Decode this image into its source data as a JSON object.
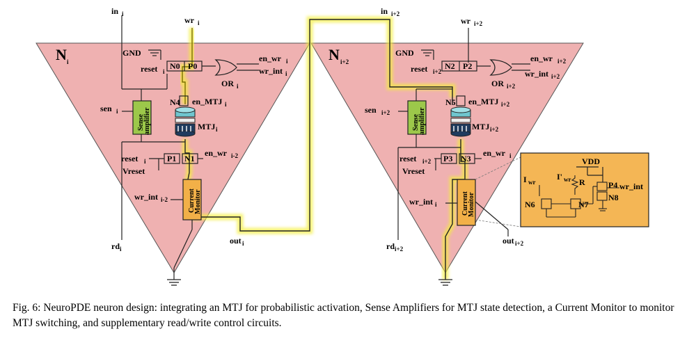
{
  "caption": {
    "fig_label": "Fig. 6:",
    "text": "NeuroPDE neuron design: integrating an MTJ for probabilistic activation, Sense Amplifiers for MTJ state detection, a Current Monitor to monitor MTJ switching, and supplementary read/write control circuits."
  },
  "neuron_left": {
    "name": "N",
    "name_sub": "i",
    "in": "in",
    "in_sub": "i",
    "wr": "wr",
    "wr_sub": "i",
    "gnd": "GND",
    "reset": "reset",
    "reset_sub": "i",
    "n0": "N0",
    "p0": "P0",
    "en_wr": "en_wr",
    "en_wr_sub": "i",
    "wr_int": "wr_int",
    "wr_int_sub": "i",
    "or": "OR",
    "or_sub": "i",
    "n4": "N4",
    "en_mtj": "en_MTJ",
    "en_mtj_sub": "i",
    "sen": "sen",
    "sen_sub": "i",
    "sense_amp_line1": "Sense",
    "sense_amp_line2": "amplifier",
    "mtj": "MTJ",
    "mtj_sub": "i",
    "reset2": "reset",
    "reset2_sub": "i",
    "p1": "P1",
    "n1": "N1",
    "en_wr2": "en_wr",
    "en_wr2_sub": "i-2",
    "vreset": "Vreset",
    "wr_int2": "wr_int",
    "wr_int2_sub": "i-2",
    "cm_line1": "Current",
    "cm_line2": "Monitor",
    "rd": "rd",
    "rd_sub": "i",
    "out": "out",
    "out_sub": "i"
  },
  "neuron_right": {
    "name": "N",
    "name_sub": "i+2",
    "in": "in",
    "in_sub": "i+2",
    "wr": "wr",
    "wr_sub": "i+2",
    "gnd": "GND",
    "reset": "reset",
    "reset_sub": "i+2",
    "n2": "N2",
    "p2": "P2",
    "en_wr": "en_wr",
    "en_wr_sub": "i+2",
    "wr_int": "wr_int",
    "wr_int_sub": "i+2",
    "or": "OR",
    "or_sub": "i+2",
    "n5": "N5",
    "en_mtj": "en_MTJ",
    "en_mtj_sub": "i+2",
    "sen": "sen",
    "sen_sub": "i+2",
    "sense_amp_line1": "Sense",
    "sense_amp_line2": "amplifier",
    "mtj": "MTJ",
    "mtj_sub": "i+2",
    "reset2": "reset",
    "reset2_sub": "i+2",
    "p3": "P3",
    "n3": "N3",
    "en_wr2": "en_wr",
    "en_wr2_sub": "i",
    "vreset": "Vreset",
    "wr_int2": "wr_int",
    "wr_int2_sub": "i",
    "cm_line1": "Current",
    "cm_line2": "Monitor",
    "rd": "rd",
    "rd_sub": "i+2",
    "out": "out",
    "out_sub": "i+2"
  },
  "inset": {
    "vdd": "VDD",
    "iwr": "I",
    "iwr_sub": "wr",
    "iwr2": "I'",
    "iwr2_sub": "wr",
    "r": "R",
    "p4": "P4",
    "wr_int": "wr_int",
    "n6": "N6",
    "n7": "N7",
    "n8": "N8"
  },
  "colors": {
    "triangle_fill": "#efb1b1",
    "highlight": "#f3ee3a",
    "sense_amp": "#9cc84a",
    "current_monitor": "#f2b048",
    "inset_fill": "#f4b655",
    "mtj_dark": "#1f3b5e",
    "mtj_light": "#6fc6cf"
  }
}
